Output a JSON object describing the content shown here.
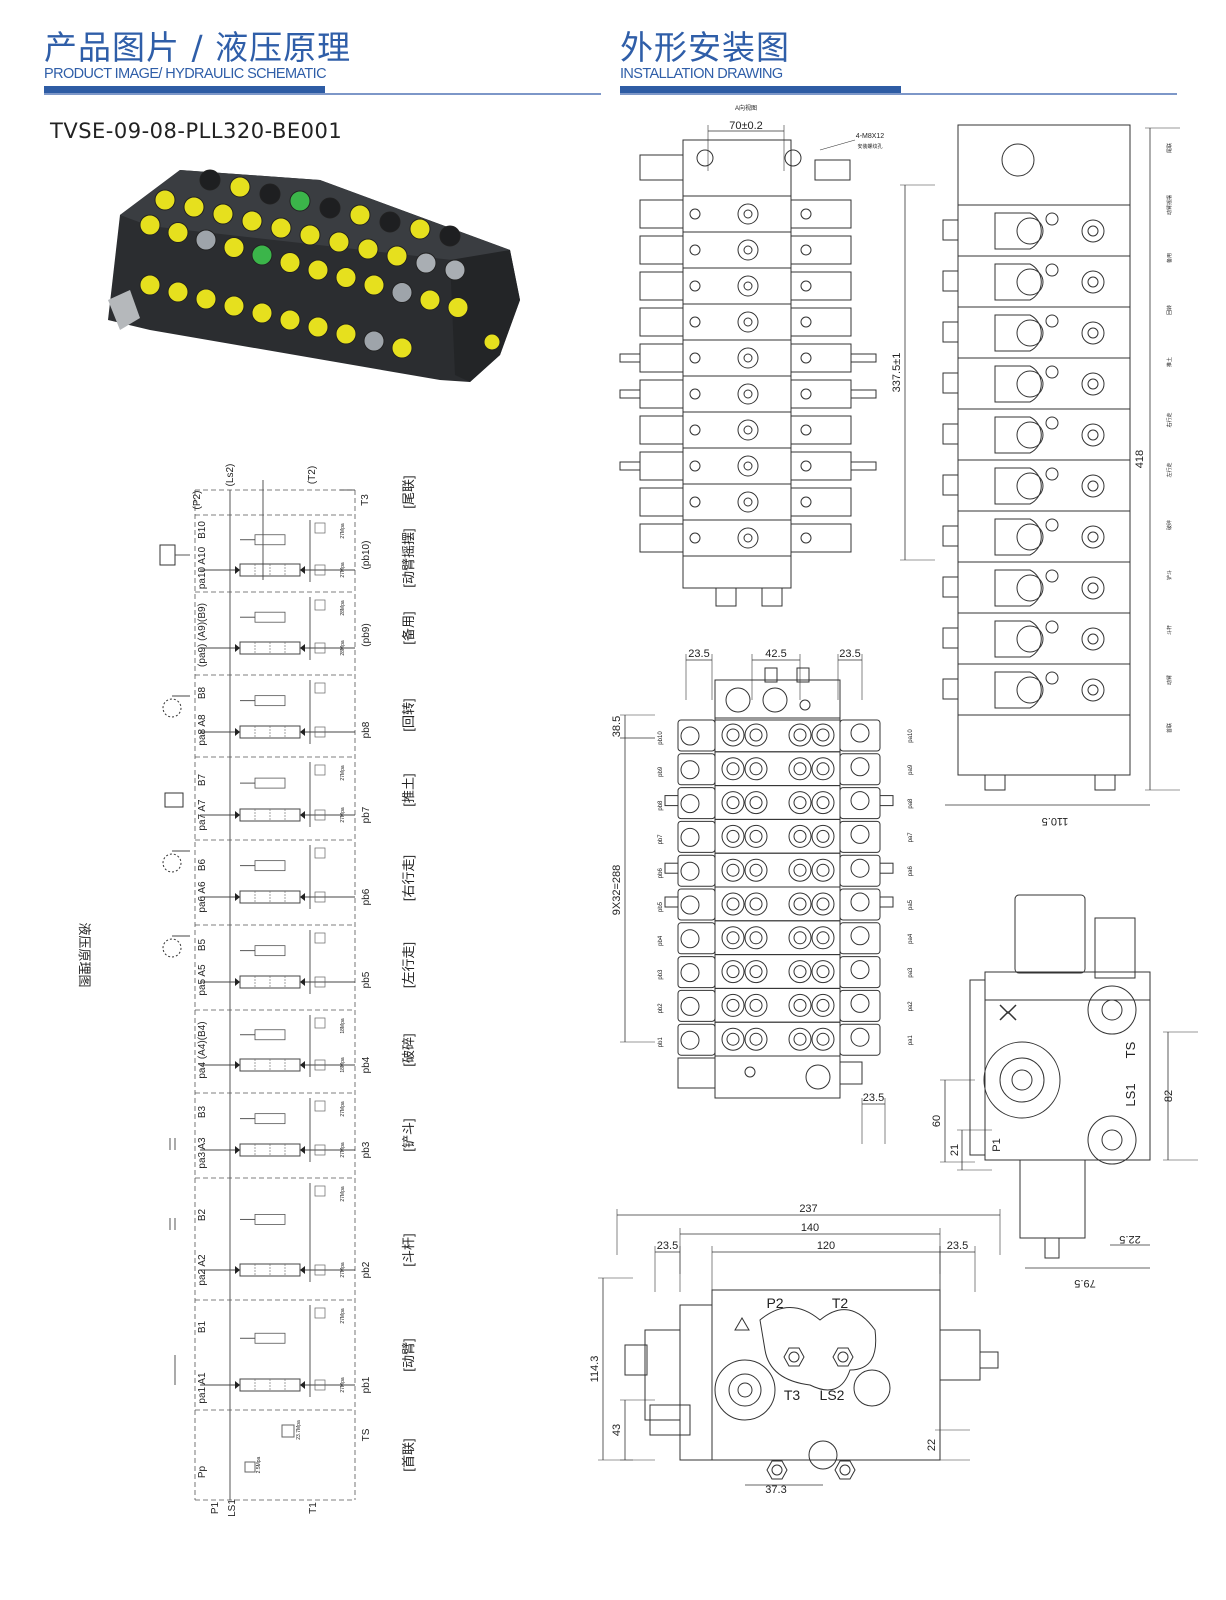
{
  "left_header": {
    "title_cn": "产品图片 / 液压原理",
    "title_en": "PRODUCT IMAGE/ HYDRAULIC SCHEMATIC"
  },
  "right_header": {
    "title_cn": "外形安装图",
    "title_en": "INSTALLATION DRAWING"
  },
  "model_number": "TVSE-09-08-PLL320-BE001",
  "colors": {
    "accent": "#2e5ca4",
    "cap_yellow": "#e6e01e",
    "cap_green": "#3bb54a",
    "body": "#2a2c2e"
  },
  "schematic": {
    "title": "液压原理图",
    "tail": {
      "name": "[尾联]",
      "p2": "(P2)",
      "ls2": "(Ls2)",
      "t2": "(T2)",
      "t3": "T3"
    },
    "sections": [
      {
        "name": "[动臂摇摆]",
        "b": "B10",
        "a": "pa10 A10",
        "pb": "(pb10)",
        "p1": "27Mpa",
        "p2": "27Mpa"
      },
      {
        "name": "[备用]",
        "b": "",
        "a": "(pa9) (A9)(B9)",
        "pb": "(pb9)",
        "p1": "28Mpa",
        "p2": "28Mpa"
      },
      {
        "name": "[回转]",
        "b": "B8",
        "a": "pa8 A8",
        "pb": "pb8",
        "p1": "",
        "p2": ""
      },
      {
        "name": "[推土]",
        "b": "B7",
        "a": "pa7 A7",
        "pb": "pb7",
        "p1": "27Mpa",
        "p2": "27Mpa"
      },
      {
        "name": "[右行走]",
        "b": "B6",
        "a": "pa6 A6",
        "pb": "pb6",
        "p1": "",
        "p2": ""
      },
      {
        "name": "[左行走]",
        "b": "B5",
        "a": "pa5 A5",
        "pb": "pb5",
        "p1": "",
        "p2": ""
      },
      {
        "name": "[破碎]",
        "b": "",
        "a": "pa4 (A4)(B4)",
        "pb": "pb4",
        "p1": "18Mpa",
        "p2": "18Mpa"
      },
      {
        "name": "[铲斗]",
        "b": "B3",
        "a": "pa3 A3",
        "pb": "pb3",
        "p1": "27Mpa",
        "p2": "27Mpa"
      },
      {
        "name": "[斗杆]",
        "b": "B2",
        "a": "pa2 A2",
        "pb": "pb2",
        "p1": "27Mpa",
        "p2": "27Mpa"
      },
      {
        "name": "[动臂]",
        "b": "B1",
        "a": "pa1 A1",
        "pb": "pb1",
        "p1": "27Mpa",
        "p2": "27Mpa"
      }
    ],
    "head": {
      "name": "[首联]",
      "pp": "Pp",
      "ts": "TS",
      "p1": "P1",
      "ls1": "LS1",
      "t1": "T1",
      "relief": "23.7Mpa",
      "pilot": "2.5Mpa"
    }
  },
  "top_view": {
    "caption": "A向视图",
    "dim_width": "70±0.2",
    "bolt_note": "4-M8X12",
    "bolt_note_sub": "安装螺纹孔",
    "dim_height": "337.5±1"
  },
  "side_long_view": {
    "dim_height": "418",
    "dim_depth": "110.5",
    "section_labels": [
      "首联",
      "动臂",
      "斗杆",
      "铲斗",
      "破碎",
      "左行走",
      "右行走",
      "推土",
      "回转",
      "备用",
      "动臂摇摆",
      "尾联"
    ]
  },
  "port_view": {
    "dim_left": "23.5",
    "dim_center": "42.5",
    "dim_right": "23.5",
    "dim_top": "38.5",
    "dim_pitch": "9X32=288",
    "dim_bottom": "23.5",
    "left_ports": [
      "pb10",
      "pb9",
      "pb8",
      "pb7",
      "pb6",
      "pb5",
      "pb4",
      "pb3",
      "pb2",
      "pb1"
    ],
    "right_ports": [
      "pa10",
      "pa9",
      "pa8",
      "pa7",
      "pa6",
      "pa5",
      "pa4",
      "pa3",
      "pa2",
      "pa1"
    ]
  },
  "head_view": {
    "ts": "TS",
    "ls1": "LS1",
    "p1": "P1",
    "dim_82": "82",
    "dim_60": "60",
    "dim_21": "21",
    "dim_22_5": "22.5",
    "dim_79_5": "79.5"
  },
  "tail_view": {
    "p2": "P2",
    "t2": "T2",
    "t3": "T3",
    "ls2": "LS2",
    "dim_237": "237",
    "dim_140": "140",
    "dim_120": "120",
    "dim_left": "23.5",
    "dim_right": "23.5",
    "dim_114_3": "114.3",
    "dim_43": "43",
    "dim_22": "22",
    "dim_37_3": "37.3"
  }
}
